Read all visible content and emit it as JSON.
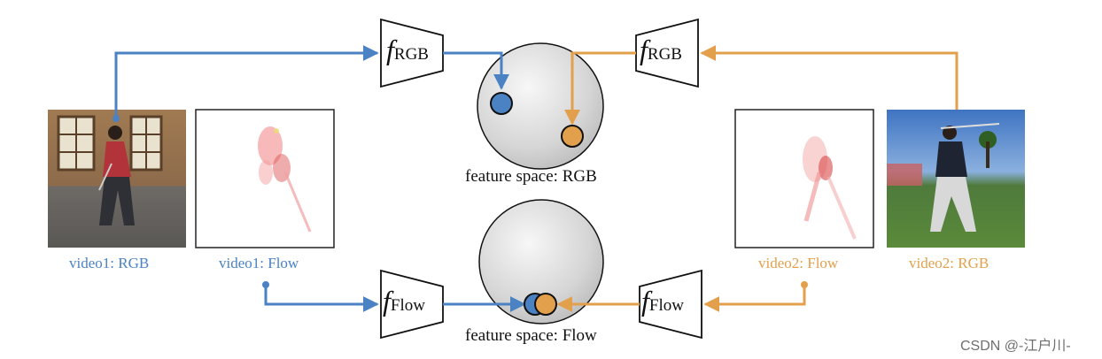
{
  "video1": {
    "rgb_caption": "video1: RGB",
    "flow_caption": "video1: Flow"
  },
  "video2": {
    "rgb_caption": "video2: RGB",
    "flow_caption": "video2: Flow"
  },
  "encoders": {
    "f_symbol": "f",
    "rgb_subscript": "RGB",
    "flow_subscript": "Flow"
  },
  "feature_spaces": {
    "rgb_label": "feature space: RGB",
    "flow_label": "feature space: Flow"
  },
  "watermark": "CSDN @-江户川-",
  "colors": {
    "video1": "#4a82c3",
    "video2": "#e3a04c",
    "sphere": "#d7d7d7",
    "stroke": "#111111"
  }
}
